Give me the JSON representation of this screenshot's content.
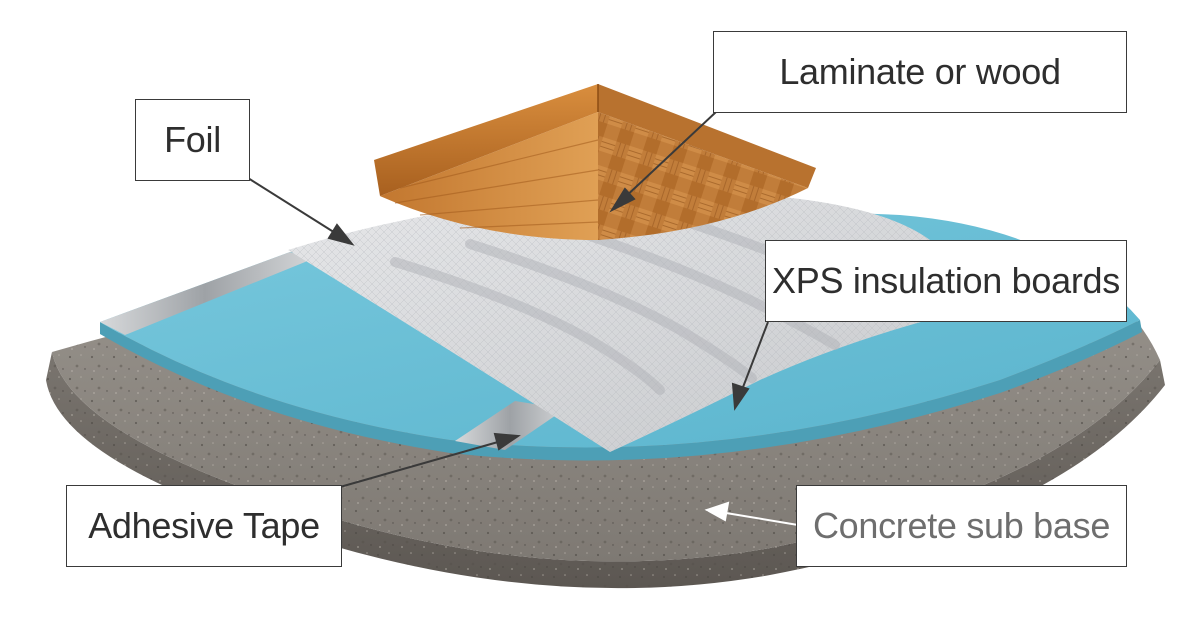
{
  "labels": {
    "laminate": "Laminate or wood",
    "foil": "Foil",
    "xps": "XPS insulation boards",
    "tape": "Adhesive Tape",
    "concrete": "Concrete sub base"
  },
  "colors": {
    "concrete": "#8a8580",
    "concrete_dark": "#5f5a55",
    "xps": "#6cbfd6",
    "xps_dark": "#4fa7c2",
    "foil": "#d4d6d8",
    "tape": "#b9bcbf",
    "wood_light": "#d48a3a",
    "wood_dark": "#a65d1c",
    "leader_dark": "#3a3a3a",
    "leader_light": "#ffffff"
  }
}
